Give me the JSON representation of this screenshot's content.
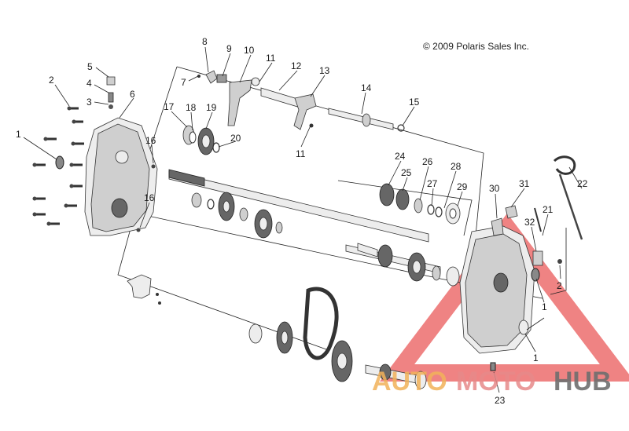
{
  "copyright": "© 2009 Polaris Sales Inc.",
  "watermark": {
    "word1": "AUTO",
    "word2": "MOTO",
    "word3": "HUB",
    "colors": {
      "auto": "#f2b25a",
      "moto": "#e78a8a",
      "hub": "#6f6f6f",
      "triangle": "#ea5a5a"
    }
  },
  "callouts": {
    "c1a": "1",
    "c1b": "1",
    "c1c": "1",
    "c2a": "2",
    "c2b": "2",
    "c3": "3",
    "c4": "4",
    "c5": "5",
    "c6": "6",
    "c7": "7",
    "c8": "8",
    "c9": "9",
    "c10": "10",
    "c11a": "11",
    "c11b": "11",
    "c12": "12",
    "c13": "13",
    "c14": "14",
    "c15": "15",
    "c16a": "16",
    "c16b": "16",
    "c17": "17",
    "c18": "18",
    "c19": "19",
    "c20": "20",
    "c21": "21",
    "c22": "22",
    "c23": "23",
    "c24": "24",
    "c25": "25",
    "c26": "26",
    "c27": "27",
    "c28": "28",
    "c29": "29",
    "c30": "30",
    "c31": "31",
    "c32": "32"
  }
}
